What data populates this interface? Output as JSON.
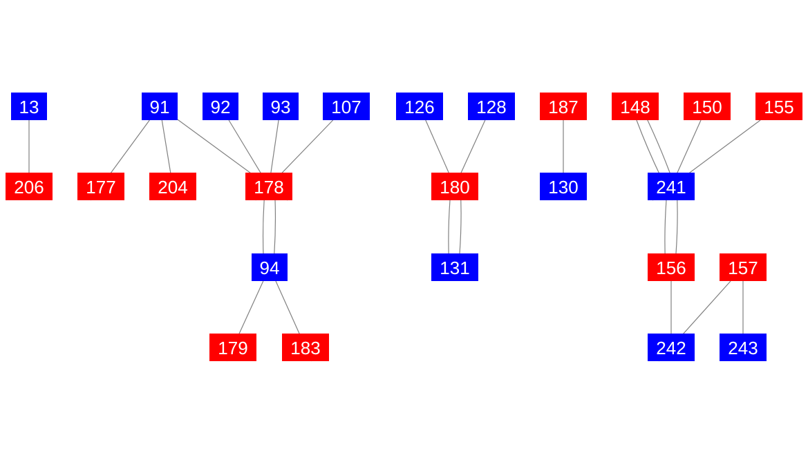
{
  "colors": {
    "blue": "#0000ff",
    "red": "#ff0000",
    "edge": "#808080"
  },
  "nodes": [
    {
      "id": "13",
      "color": "blue"
    },
    {
      "id": "206",
      "color": "red"
    },
    {
      "id": "91",
      "color": "blue"
    },
    {
      "id": "177",
      "color": "red"
    },
    {
      "id": "204",
      "color": "red"
    },
    {
      "id": "92",
      "color": "blue"
    },
    {
      "id": "93",
      "color": "blue"
    },
    {
      "id": "107",
      "color": "blue"
    },
    {
      "id": "178",
      "color": "red"
    },
    {
      "id": "94",
      "color": "blue"
    },
    {
      "id": "179",
      "color": "red"
    },
    {
      "id": "183",
      "color": "red"
    },
    {
      "id": "126",
      "color": "blue"
    },
    {
      "id": "128",
      "color": "blue"
    },
    {
      "id": "180",
      "color": "red"
    },
    {
      "id": "131",
      "color": "blue"
    },
    {
      "id": "187",
      "color": "red"
    },
    {
      "id": "130",
      "color": "blue"
    },
    {
      "id": "148",
      "color": "red"
    },
    {
      "id": "150",
      "color": "red"
    },
    {
      "id": "155",
      "color": "red"
    },
    {
      "id": "241",
      "color": "blue"
    },
    {
      "id": "156",
      "color": "red"
    },
    {
      "id": "157",
      "color": "red"
    },
    {
      "id": "242",
      "color": "blue"
    },
    {
      "id": "243",
      "color": "blue"
    }
  ],
  "edges": [
    [
      "13",
      "206"
    ],
    [
      "91",
      "177"
    ],
    [
      "91",
      "204"
    ],
    [
      "91",
      "178"
    ],
    [
      "92",
      "178"
    ],
    [
      "93",
      "178"
    ],
    [
      "107",
      "178"
    ],
    [
      "178",
      "94"
    ],
    [
      "94",
      "178"
    ],
    [
      "94",
      "179"
    ],
    [
      "94",
      "183"
    ],
    [
      "126",
      "180"
    ],
    [
      "128",
      "180"
    ],
    [
      "180",
      "131"
    ],
    [
      "131",
      "180"
    ],
    [
      "187",
      "130"
    ],
    [
      "148",
      "241"
    ],
    [
      "241",
      "148"
    ],
    [
      "150",
      "241"
    ],
    [
      "155",
      "241"
    ],
    [
      "241",
      "156"
    ],
    [
      "156",
      "241"
    ],
    [
      "156",
      "242"
    ],
    [
      "157",
      "242"
    ],
    [
      "157",
      "243"
    ]
  ]
}
